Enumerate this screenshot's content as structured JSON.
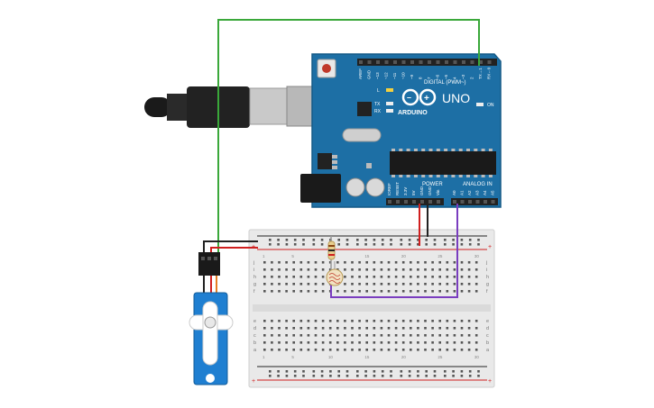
{
  "arduino": {
    "brand": "ARDUINO",
    "model": "UNO",
    "digital_label": "DIGITAL (PWM~)",
    "power_label": "POWER",
    "analog_label": "ANALOG IN",
    "on_label": "ON",
    "l_label": "L",
    "tx_label": "TX",
    "rx_label": "RX",
    "digital_pins": [
      "AREF",
      "GND",
      "~13",
      "~12",
      "~11",
      "~10",
      "~9",
      "8",
      "7",
      "~6",
      "~5",
      "4",
      "~3",
      "2",
      "TX→1",
      "RX←0"
    ],
    "power_pins": [
      "IOREF",
      "RESET",
      "3.3V",
      "5V",
      "GND",
      "GND",
      "Vin"
    ],
    "analog_pins": [
      "A0",
      "A1",
      "A2",
      "A3",
      "A4",
      "A5"
    ],
    "board_color": "#1d6fa5"
  },
  "breadboard": {
    "row_letters_top": [
      "j",
      "i",
      "h",
      "g",
      "f"
    ],
    "row_letters_bottom": [
      "e",
      "d",
      "c",
      "b",
      "a"
    ],
    "column_numbers": [
      "1",
      "",
      "",
      "",
      "5",
      "",
      "",
      "",
      "",
      "10",
      "",
      "",
      "",
      "",
      "15",
      "",
      "",
      "",
      "",
      "20",
      "",
      "",
      "",
      "",
      "25",
      "",
      "",
      "",
      "",
      "30"
    ],
    "plus_label": "+",
    "minus_label": "-"
  },
  "wires": {
    "signal_color": "#3aa83a",
    "power_color": "#d01f1f",
    "ground_color": "#222222",
    "sensor_color": "#7a3dbf"
  },
  "servo": {
    "color": "#1f7fd1"
  },
  "components": [
    "usb-cable",
    "arduino-uno",
    "breadboard",
    "photoresistor",
    "resistor",
    "servo-motor"
  ]
}
